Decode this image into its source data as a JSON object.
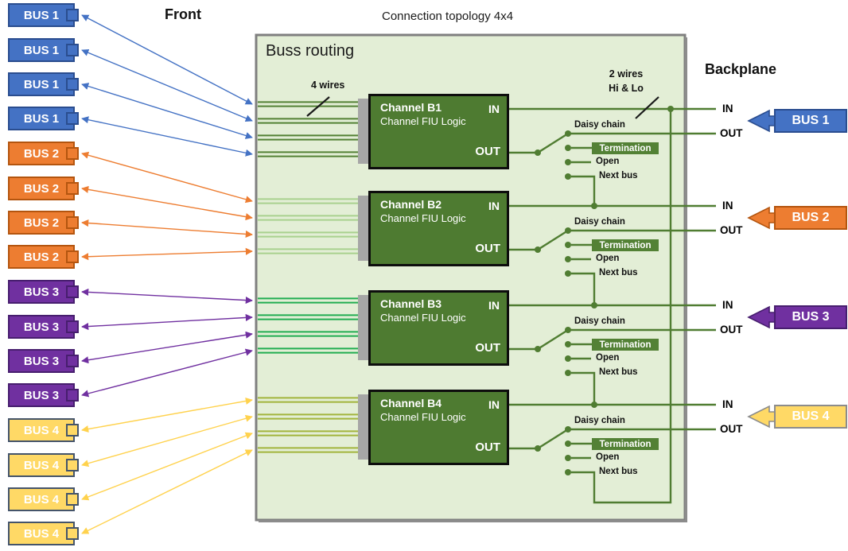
{
  "title": "Connection topology 4x4",
  "labels": {
    "front": "Front",
    "backplane": "Backplane",
    "routing": "Buss routing",
    "four_wires": "4 wires",
    "two_wires": "2 wires",
    "hi_lo": "Hi & Lo"
  },
  "io": {
    "in": "IN",
    "out": "OUT"
  },
  "switch": {
    "daisy_chain": "Daisy chain",
    "termination": "Termination",
    "open": "Open",
    "next_bus": "Next bus"
  },
  "front_buses": [
    {
      "label": "BUS 1",
      "group": 1
    },
    {
      "label": "BUS 1",
      "group": 1
    },
    {
      "label": "BUS 1",
      "group": 1
    },
    {
      "label": "BUS 1",
      "group": 1
    },
    {
      "label": "BUS 2",
      "group": 2
    },
    {
      "label": "BUS 2",
      "group": 2
    },
    {
      "label": "BUS 2",
      "group": 2
    },
    {
      "label": "BUS 2",
      "group": 2
    },
    {
      "label": "BUS 3",
      "group": 3
    },
    {
      "label": "BUS 3",
      "group": 3
    },
    {
      "label": "BUS 3",
      "group": 3
    },
    {
      "label": "BUS 3",
      "group": 3
    },
    {
      "label": "BUS 4",
      "group": 4
    },
    {
      "label": "BUS 4",
      "group": 4
    },
    {
      "label": "BUS 4",
      "group": 4
    },
    {
      "label": "BUS 4",
      "group": 4
    }
  ],
  "channels": [
    {
      "name": "Channel B1",
      "subtitle": "Channel FIU Logic"
    },
    {
      "name": "Channel B2",
      "subtitle": "Channel FIU Logic"
    },
    {
      "name": "Channel B3",
      "subtitle": "Channel FIU Logic"
    },
    {
      "name": "Channel B4",
      "subtitle": "Channel FIU Logic"
    }
  ],
  "backplane_buses": [
    {
      "label": "BUS 1"
    },
    {
      "label": "BUS 2"
    },
    {
      "label": "BUS 3"
    },
    {
      "label": "BUS 4"
    }
  ],
  "colors": {
    "bus1": "#4472c4",
    "bus2": "#ed7d31",
    "bus3": "#7030a0",
    "bus4": "#ffd966",
    "routing_box_fill": "#e3eed6",
    "routing_box_border": "#7f7f7f",
    "channel_fill": "#4e7b31",
    "circuit_green": "#507d32",
    "wire_b1": "#538135",
    "wire_b2": "#a9d18e",
    "wire_b3": "#21ad51",
    "wire_b4": "#a2b53c",
    "termination_fill": "#538135",
    "connector_gray": "#a6a6a6"
  }
}
